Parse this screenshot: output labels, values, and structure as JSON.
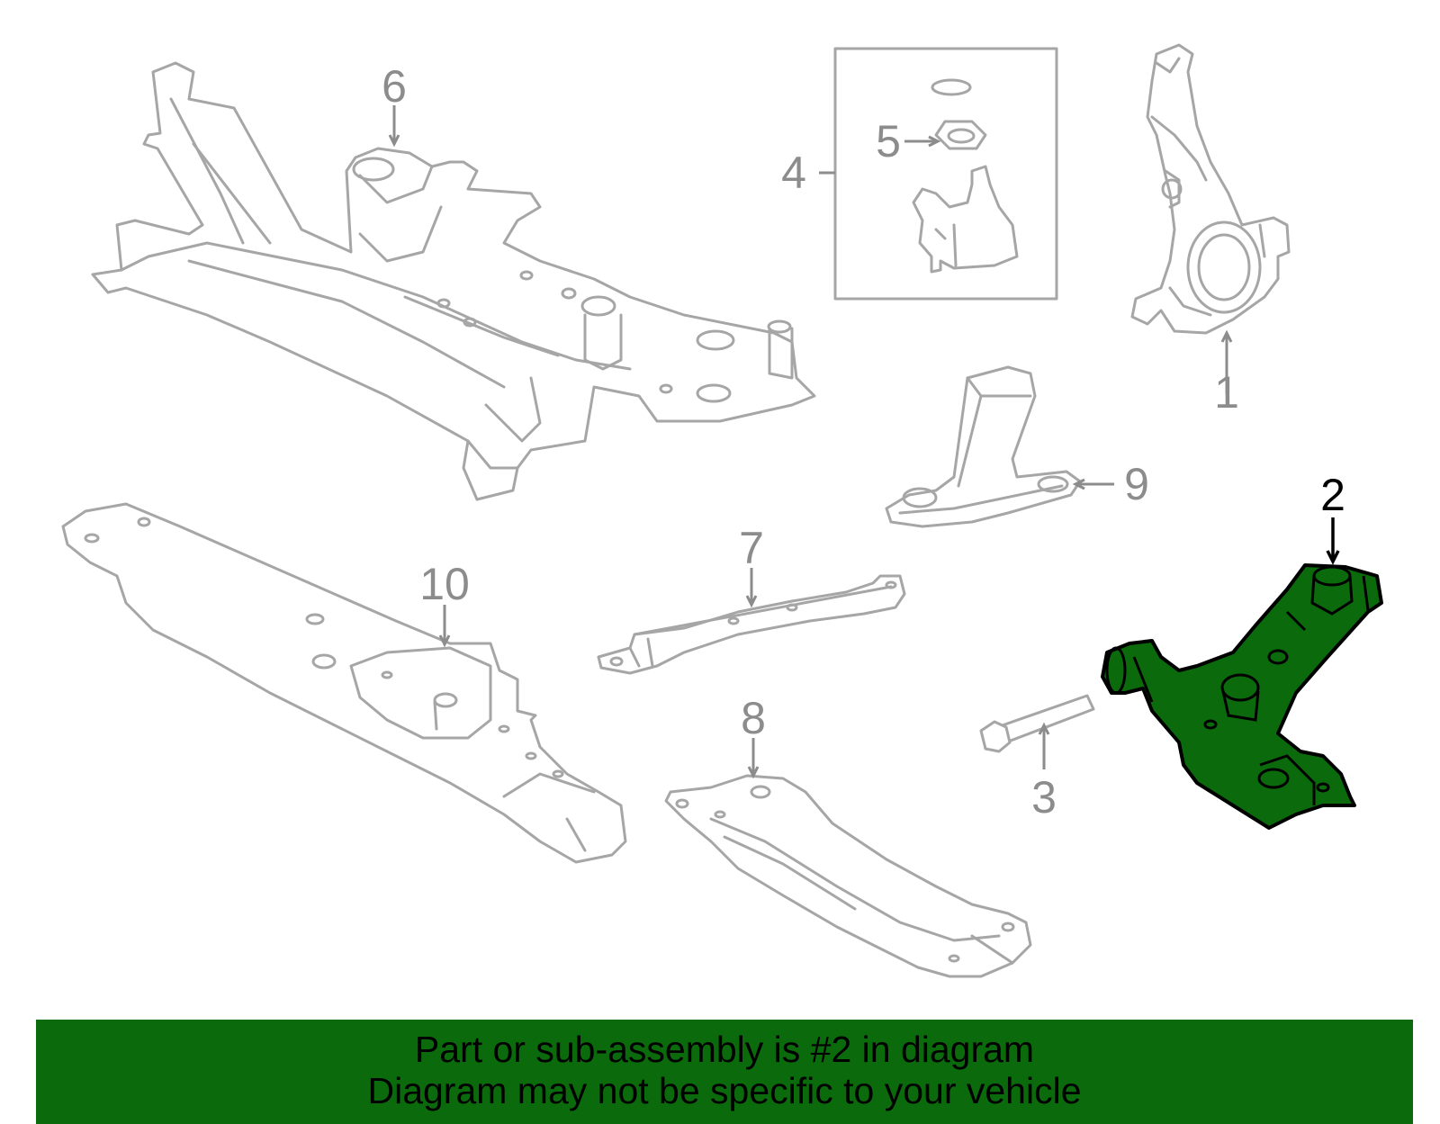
{
  "diagram": {
    "highlighted_part": "2",
    "highlight_color": "#0b6a0b",
    "line_color": "#a6a6a6",
    "callouts": [
      "1",
      "2",
      "3",
      "4",
      "5",
      "6",
      "7",
      "8",
      "9",
      "10"
    ]
  },
  "banner": {
    "line1": "Part or sub-assembly is #2 in diagram",
    "line2": "Diagram may not be specific to your vehicle",
    "background": "#0b6a0b"
  }
}
